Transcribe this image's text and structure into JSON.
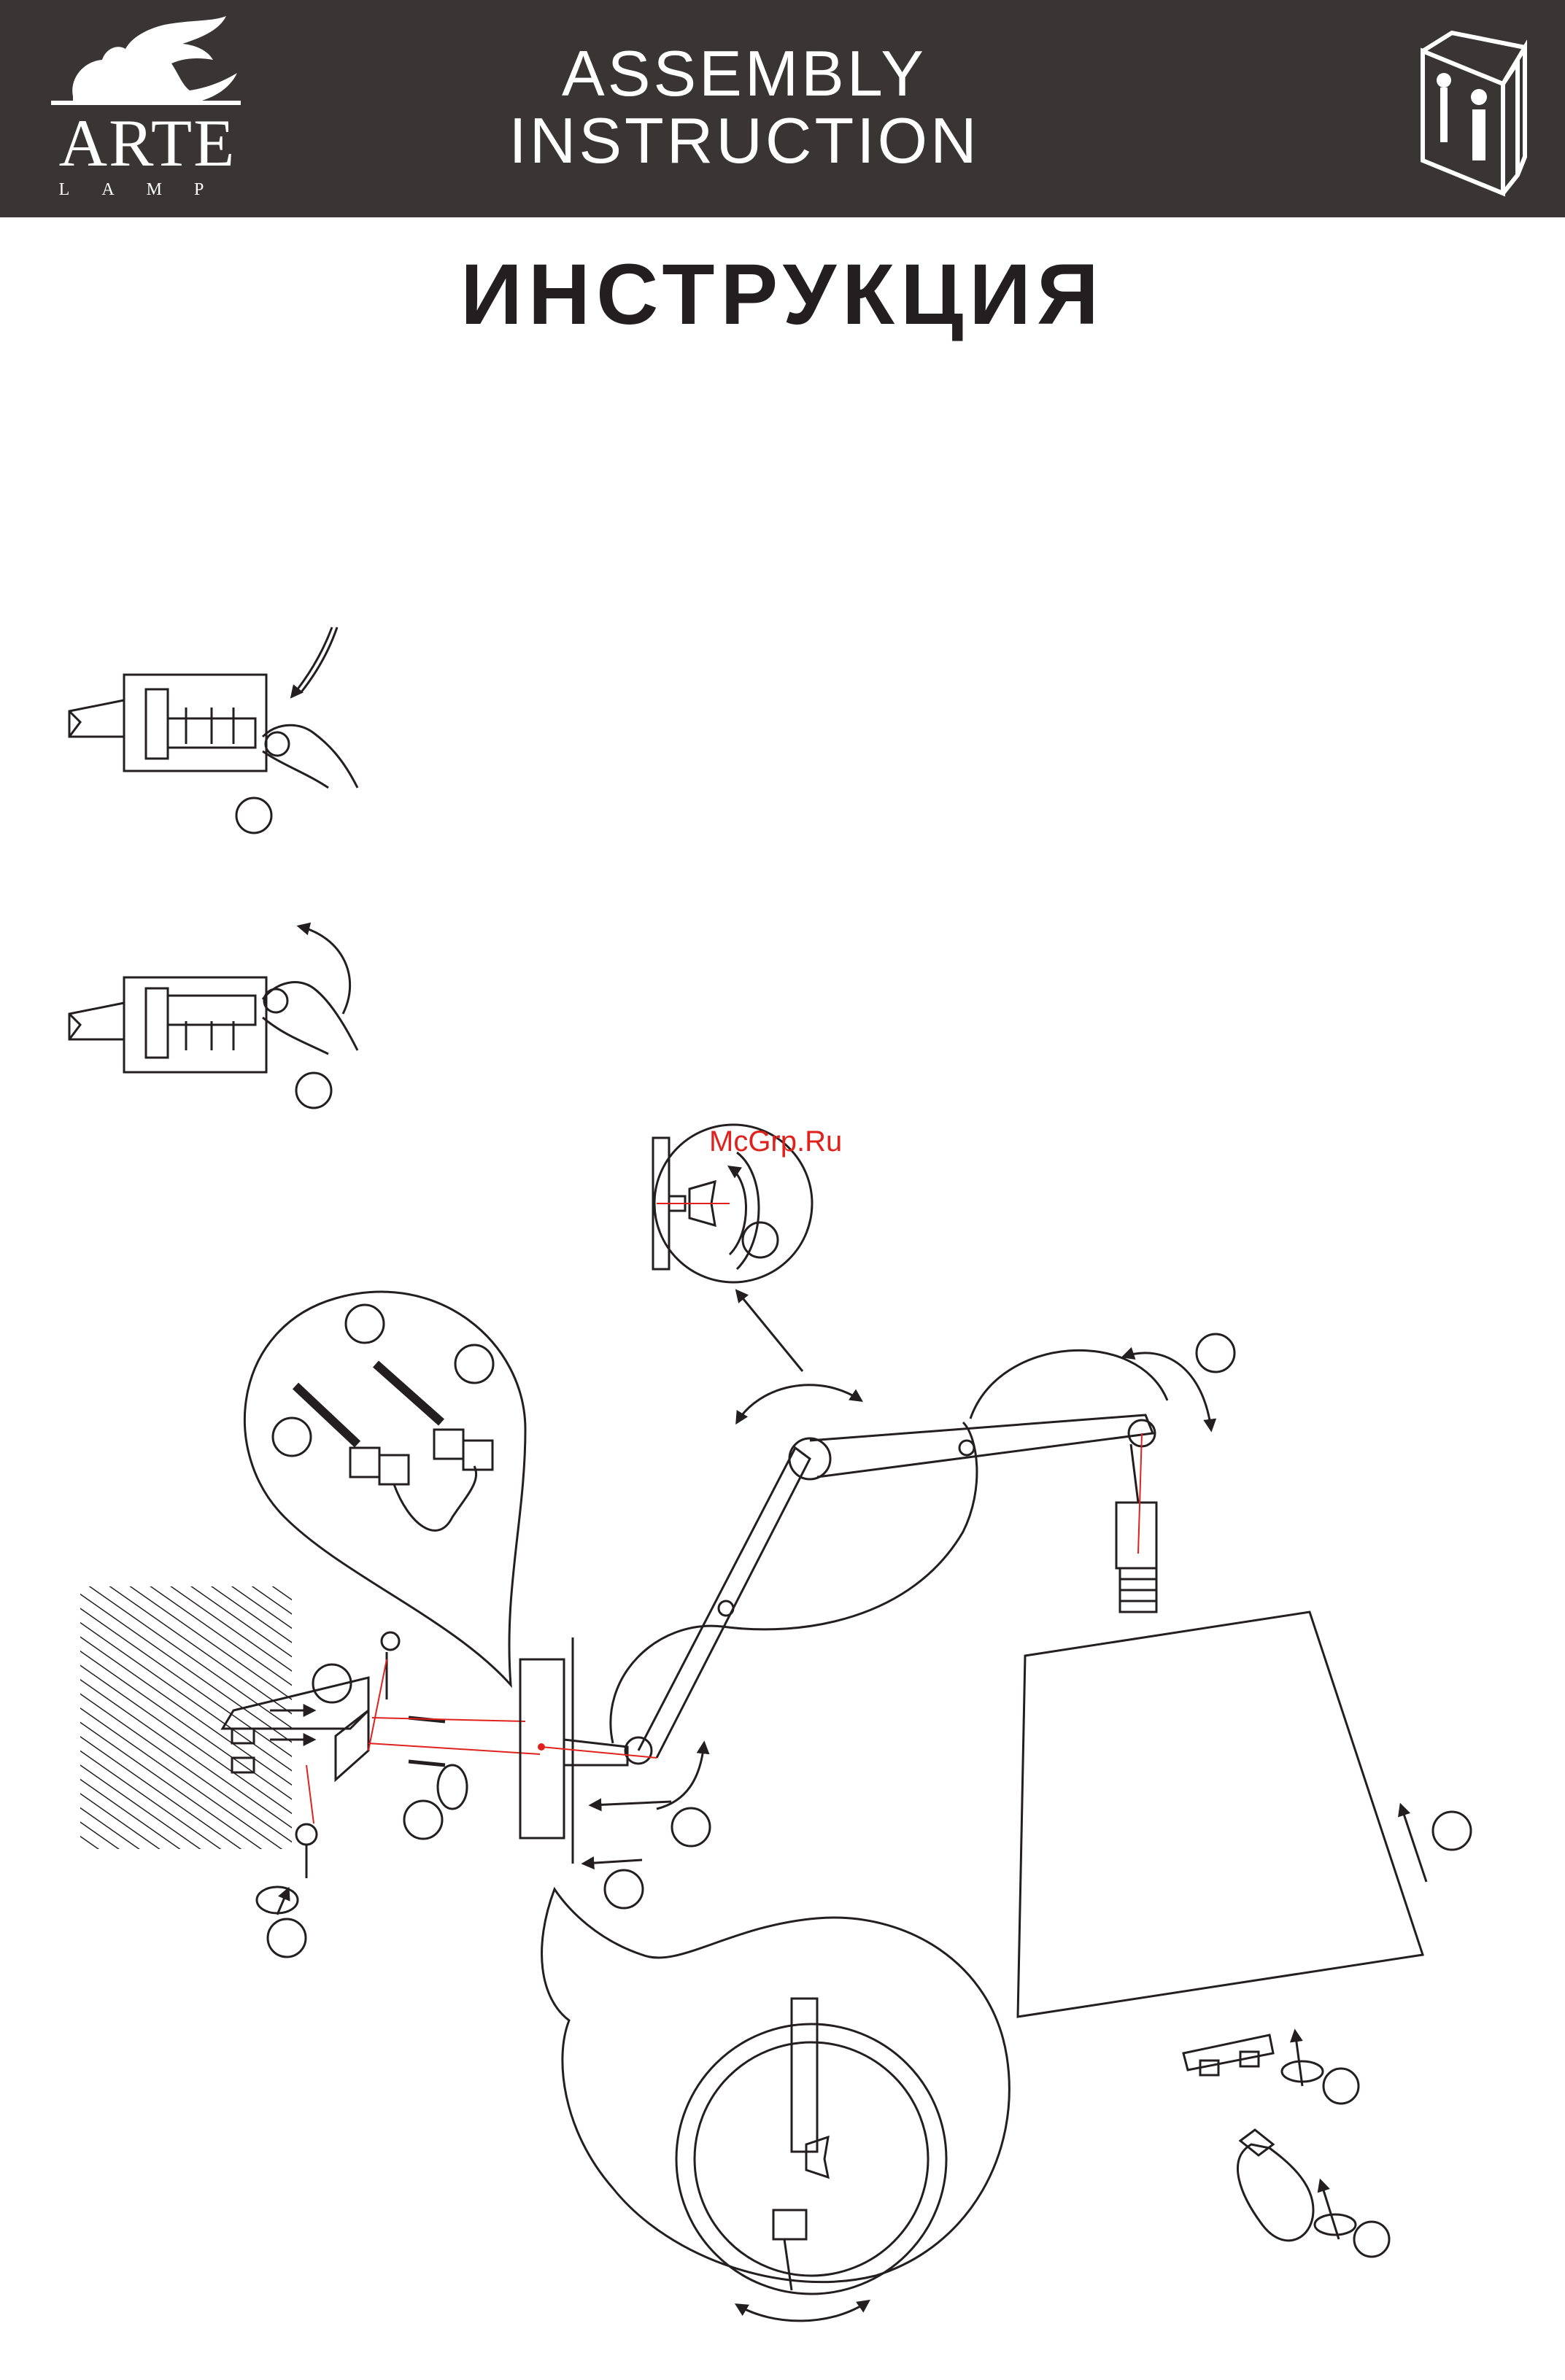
{
  "header": {
    "brand_name": "ARTE",
    "brand_sub": "LAMP",
    "title_line1": "ASSEMBLY",
    "title_line2": "INSTRUCTION",
    "background_color": "#3a3535",
    "logo_icon": "griffin-logo-icon",
    "manual_icon": "instruction-manual-icon"
  },
  "page_title": "ИНСТРУКЦИЯ",
  "watermark": "McGrp.Ru",
  "colors": {
    "line": "#231f20",
    "guide_line": "#e0211c",
    "watermark": "#e0211c"
  }
}
